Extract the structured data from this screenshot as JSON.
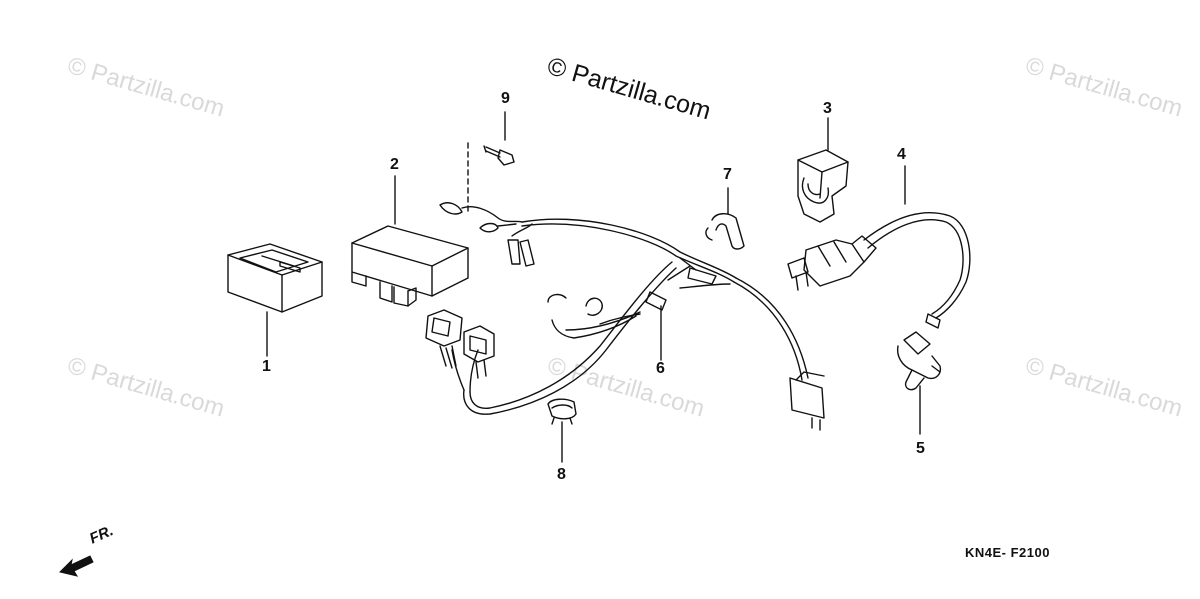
{
  "watermarks": {
    "tl": "© Partzilla.com",
    "tr": "© Partzilla.com",
    "bl": "© Partzilla.com",
    "bc": "© Partzilla.com",
    "br": "© Partzilla.com"
  },
  "brand": "© Partzilla.com",
  "callouts": [
    "1",
    "2",
    "3",
    "4",
    "5",
    "6",
    "7",
    "8",
    "9"
  ],
  "diagram_code": "KN4E- F2100",
  "front_indicator": "FR."
}
